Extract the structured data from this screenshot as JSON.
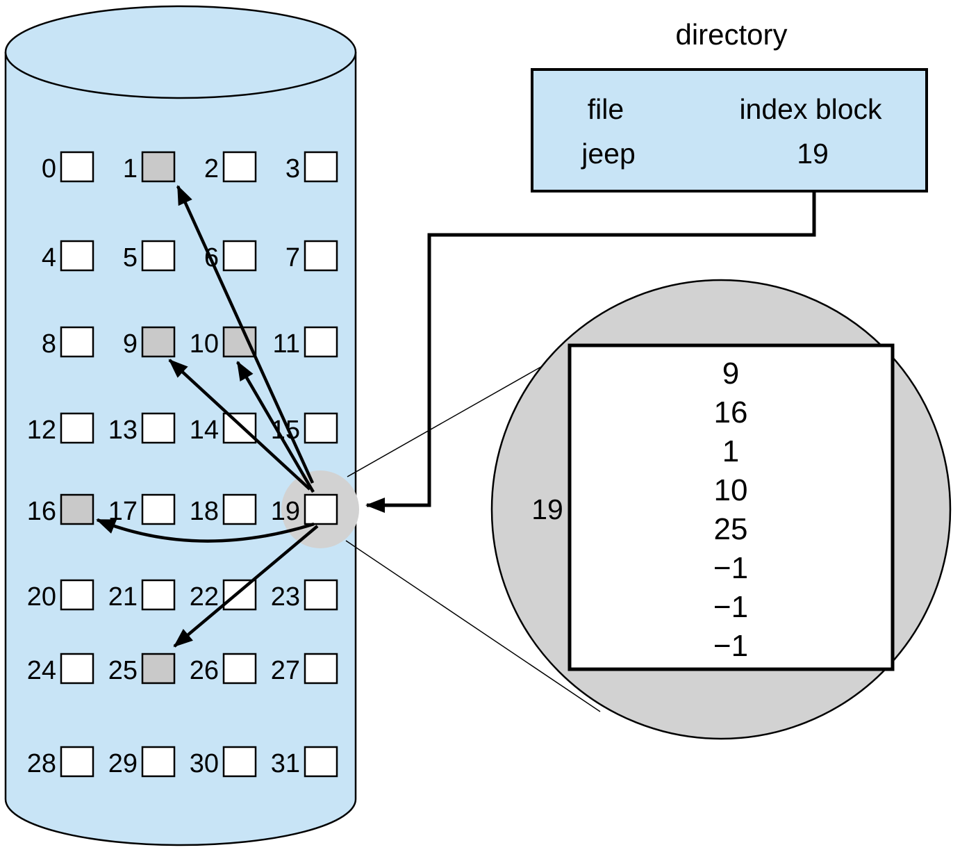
{
  "title": "directory",
  "directory": {
    "header_file": "file",
    "header_index": "index block",
    "entries": [
      {
        "file": "jeep",
        "index_block": "19"
      }
    ]
  },
  "disk": {
    "block_labels": [
      "0",
      "1",
      "2",
      "3",
      "4",
      "5",
      "6",
      "7",
      "8",
      "9",
      "10",
      "11",
      "12",
      "13",
      "14",
      "15",
      "16",
      "17",
      "18",
      "19",
      "20",
      "21",
      "22",
      "23",
      "24",
      "25",
      "26",
      "27",
      "28",
      "29",
      "30",
      "31"
    ],
    "shaded_blocks": [
      "1",
      "9",
      "10",
      "16",
      "25"
    ],
    "index_block": "19",
    "pointed_blocks": [
      "9",
      "16",
      "1",
      "10",
      "25"
    ]
  },
  "magnifier": {
    "label": "19",
    "contents": [
      "9",
      "16",
      "1",
      "10",
      "25",
      "−1",
      "−1",
      "−1"
    ]
  },
  "colors": {
    "cylinder": "#c8e4f6",
    "block_free": "#ffffff",
    "block_shaded": "#c9c9c9",
    "magnifier_circle": "#d2d2d2",
    "line": "#000000"
  }
}
